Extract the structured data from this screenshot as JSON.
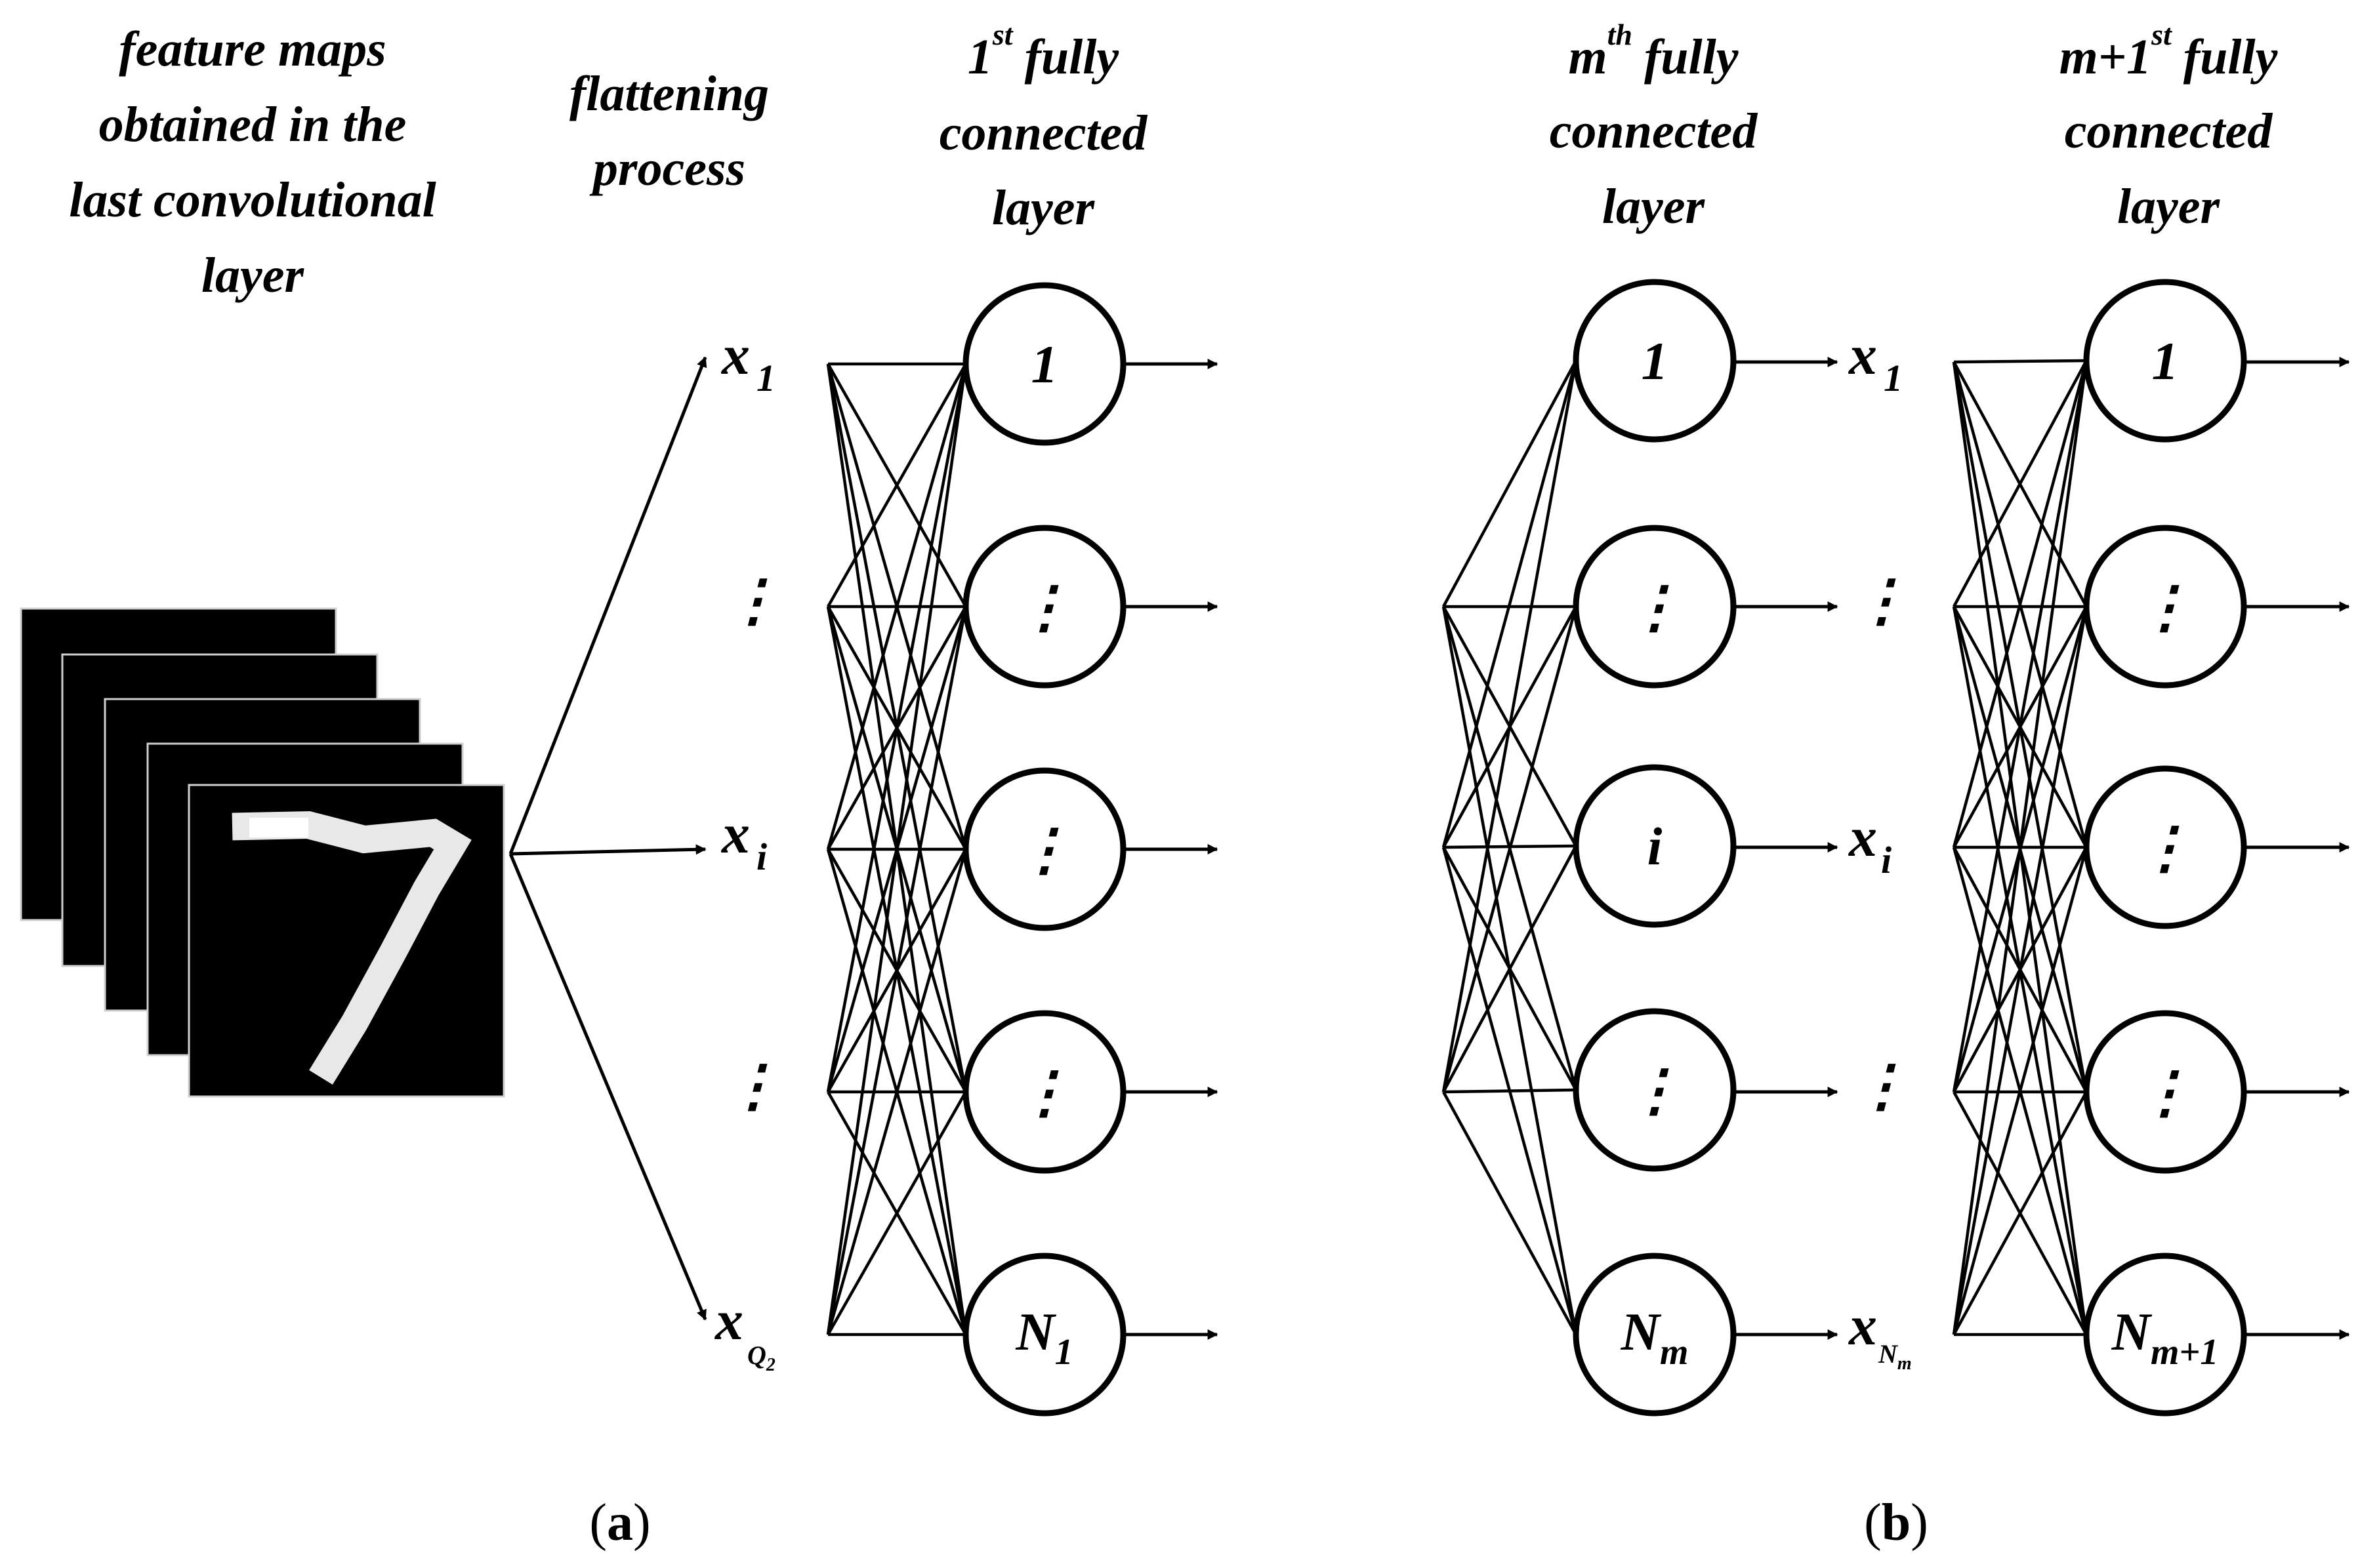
{
  "panel_a": {
    "headers": {
      "feature_maps": [
        "feature maps",
        "obtained in the",
        "last convolutional",
        "layer"
      ],
      "flattening": [
        "flattening",
        "process"
      ],
      "fc1": {
        "sup_prefix": "1",
        "sup": "st",
        "lines": [
          "fully",
          "connected",
          "layer"
        ]
      }
    },
    "inputs": {
      "x1": {
        "base": "x",
        "sub": "1"
      },
      "xi": {
        "base": "x",
        "sub": "i"
      },
      "xq": {
        "base": "x",
        "sub": "Q",
        "subsub": "2"
      }
    },
    "nodes": {
      "first": "1",
      "last_base": "N",
      "last_sub": "1"
    },
    "caption": {
      "open": "(",
      "letter": "a",
      "close": ")"
    }
  },
  "panel_b": {
    "headers": {
      "fcm": {
        "sup_prefix": "m",
        "sup": "th",
        "lines": [
          "fully",
          "connected",
          "layer"
        ]
      },
      "fcm1": {
        "sup_prefix": "m+1",
        "sup": "st",
        "lines": [
          "fully",
          "connected",
          "layer"
        ]
      }
    },
    "nodes_m": {
      "first": "1",
      "mid": "i",
      "last_base": "N",
      "last_sub": "m"
    },
    "outputs": {
      "x1": {
        "base": "x",
        "sub": "1"
      },
      "xi": {
        "base": "x",
        "sub": "i"
      },
      "xn": {
        "base": "x",
        "sub": "N",
        "subsub": "m"
      }
    },
    "nodes_m1": {
      "first": "1",
      "last_base": "N",
      "last_sub": "m+1"
    },
    "caption": {
      "open": "(",
      "letter": "b",
      "close": ")"
    }
  },
  "ellipsis": "⋮"
}
